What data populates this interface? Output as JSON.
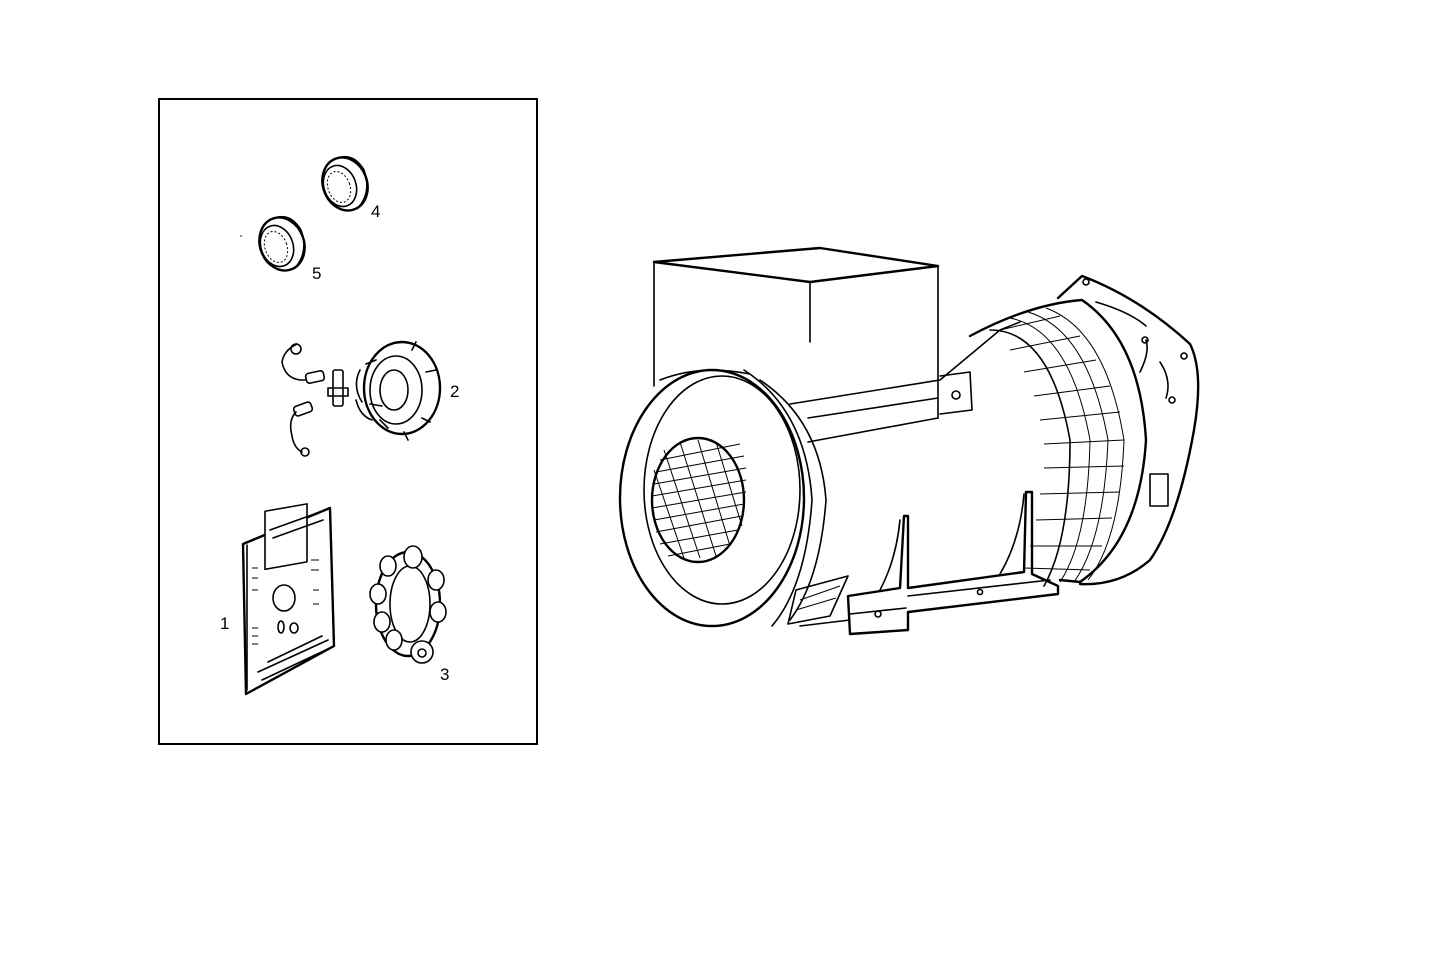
{
  "figure": {
    "type": "exploded parts diagram",
    "colors": {
      "background": "#ffffff",
      "linework": "#000000"
    },
    "main_assembly": {
      "name": "alternator / generator",
      "label": ""
    },
    "parts_panel": {
      "callouts": [
        {
          "number": "1",
          "part": "voltage regulator circuit board"
        },
        {
          "number": "2",
          "part": "rectifier diode assembly with leads"
        },
        {
          "number": "3",
          "part": "rotating diode bridge ring"
        },
        {
          "number": "4",
          "part": "bearing"
        },
        {
          "number": "5",
          "part": "bearing"
        }
      ]
    }
  }
}
